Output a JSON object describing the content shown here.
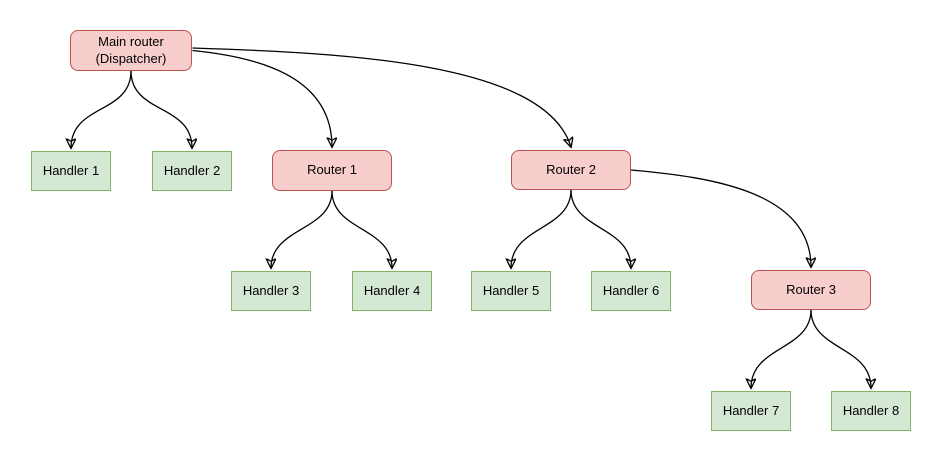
{
  "nodes": {
    "main": {
      "label": "Main router\n(Dispatcher)",
      "type": "router"
    },
    "h1": {
      "label": "Handler 1",
      "type": "handler"
    },
    "h2": {
      "label": "Handler 2",
      "type": "handler"
    },
    "r1": {
      "label": "Router 1",
      "type": "router"
    },
    "r2": {
      "label": "Router 2",
      "type": "router"
    },
    "h3": {
      "label": "Handler 3",
      "type": "handler"
    },
    "h4": {
      "label": "Handler 4",
      "type": "handler"
    },
    "h5": {
      "label": "Handler 5",
      "type": "handler"
    },
    "h6": {
      "label": "Handler 6",
      "type": "handler"
    },
    "r3": {
      "label": "Router 3",
      "type": "router"
    },
    "h7": {
      "label": "Handler 7",
      "type": "handler"
    },
    "h8": {
      "label": "Handler 8",
      "type": "handler"
    }
  },
  "edges": [
    {
      "from": "main",
      "to": "h1"
    },
    {
      "from": "main",
      "to": "h2"
    },
    {
      "from": "main",
      "to": "r1"
    },
    {
      "from": "main",
      "to": "r2"
    },
    {
      "from": "r1",
      "to": "h3"
    },
    {
      "from": "r1",
      "to": "h4"
    },
    {
      "from": "r2",
      "to": "h5"
    },
    {
      "from": "r2",
      "to": "h6"
    },
    {
      "from": "r2",
      "to": "r3"
    },
    {
      "from": "r3",
      "to": "h7"
    },
    {
      "from": "r3",
      "to": "h8"
    }
  ],
  "colors": {
    "background": "#ffffff",
    "router_fill": "#f8cecc",
    "router_border": "#b85450",
    "handler_fill": "#d5e8d4",
    "handler_border": "#82b366",
    "edge": "#000000"
  }
}
